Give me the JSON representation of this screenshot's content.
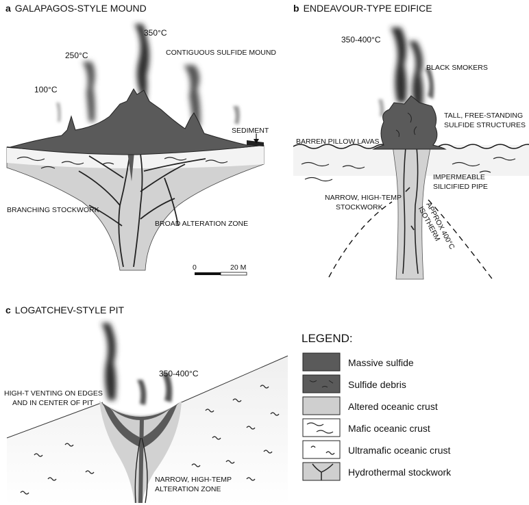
{
  "panel_a": {
    "letter": "a",
    "title": "GALAPAGOS-STYLE MOUND",
    "temp_350": "350°C",
    "temp_250": "250°C",
    "temp_100": "100°C",
    "contiguous": "CONTIGUOUS SULFIDE MOUND",
    "sediment": "SEDIMENT",
    "branching": "BRANCHING STOCKWORK",
    "broad": "BROAD ALTERATION ZONE",
    "scale_zero": "0",
    "scale_twenty": "20 M"
  },
  "panel_b": {
    "letter": "b",
    "title": "ENDEAVOUR-TYPE EDIFICE",
    "temp": "350-400°C",
    "black_smokers": "BLACK SMOKERS",
    "tall_1": "TALL, FREE-STANDING",
    "tall_2": "SULFIDE STRUCTURES",
    "barren": "BARREN PILLOW LAVAS",
    "imperm_1": "IMPERMEABLE",
    "imperm_2": "SILICIFIED PIPE",
    "narrow_1": "NARROW, HIGH-TEMP",
    "narrow_2": "STOCKWORK",
    "isotherm_1": "APPROX 400°C",
    "isotherm_2": "ISOTHERM"
  },
  "panel_c": {
    "letter": "c",
    "title": "LOGATCHEV-STYLE PIT",
    "temp": "350-400°C",
    "venting_1": "HIGH-T VENTING ON EDGES",
    "venting_2": "AND IN CENTER OF PIT",
    "narrow_1": "NARROW, HIGH-TEMP",
    "narrow_2": "ALTERATION ZONE"
  },
  "legend": {
    "title": "LEGEND:",
    "items": [
      {
        "label": "Massive sulfide",
        "icon": "massive-sulfide-swatch",
        "color": "#5a5a5a"
      },
      {
        "label": "Sulfide debris",
        "icon": "sulfide-debris-swatch",
        "color": "#5a5a5a"
      },
      {
        "label": "Altered oceanic crust",
        "icon": "altered-crust-swatch",
        "color": "#cfcfcf"
      },
      {
        "label": "Mafic oceanic crust",
        "icon": "mafic-crust-swatch",
        "color": "#ffffff"
      },
      {
        "label": "Ultramafic oceanic crust",
        "icon": "ultramafic-crust-swatch",
        "color": "#ffffff"
      },
      {
        "label": "Hydrothermal stockwork",
        "icon": "stockwork-swatch",
        "color": "#cfcfcf"
      }
    ]
  },
  "colors": {
    "sulfide": "#5a5a5a",
    "altered": "#d2d2d2",
    "crust": "#f2f2f2",
    "ink": "#111111"
  }
}
